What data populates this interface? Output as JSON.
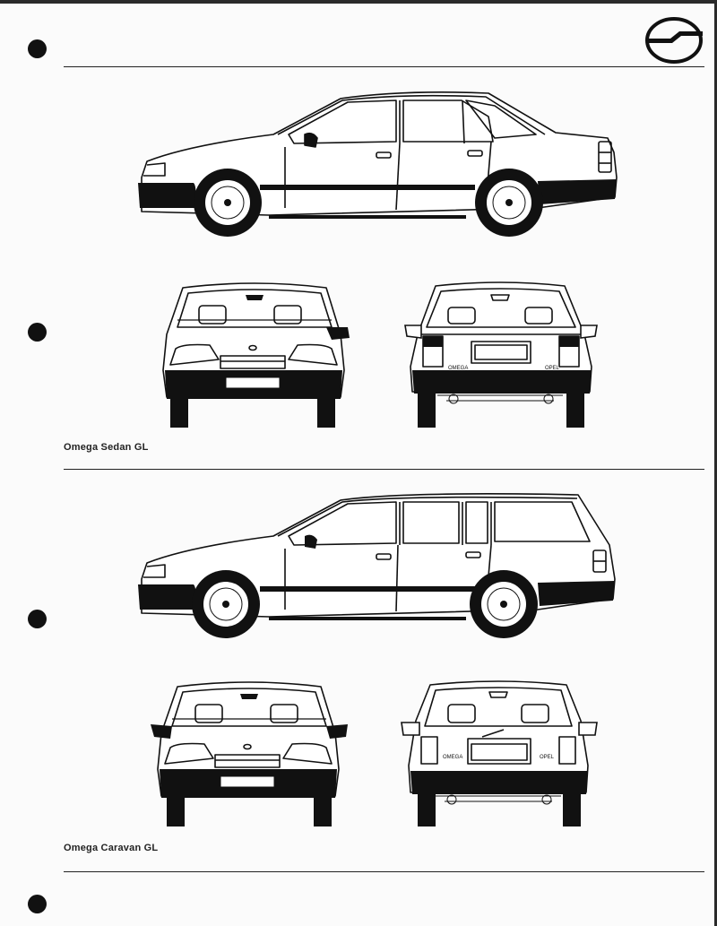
{
  "brand": {
    "logo_icon": "opel-blitz-logo-icon"
  },
  "sections": [
    {
      "caption": "Omega Sedan GL",
      "views": [
        "side-view",
        "front-view",
        "rear-view"
      ],
      "rear_badges": [
        "OMEGA",
        "OPEL"
      ]
    },
    {
      "caption": "Omega Caravan GL",
      "views": [
        "side-view",
        "front-view",
        "rear-view"
      ],
      "rear_badges": [
        "OMEGA",
        "OPEL"
      ]
    }
  ],
  "colors": {
    "ink": "#111111",
    "paper": "#fbfbfb"
  }
}
